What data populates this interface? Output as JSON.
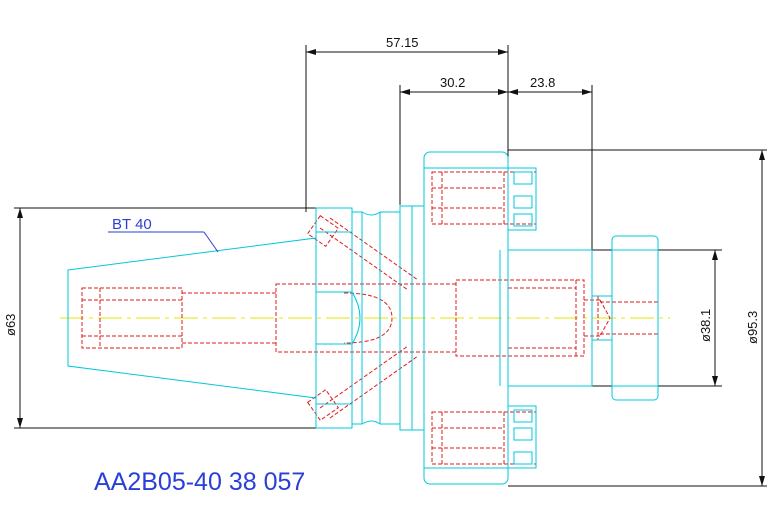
{
  "dimensions": {
    "d_57_15": "57.15",
    "d_30_2": "30.2",
    "d_23_8": "23.8",
    "d_63": "ø63",
    "d_38_1": "ø38.1",
    "d_95_3": "ø95.3"
  },
  "labels": {
    "taper": "BT 40",
    "part_number": "AA2B05-40 38 057"
  },
  "colors": {
    "outline": "#00c8dc",
    "hidden": "#e21b1b",
    "dimension": "#111111",
    "centerline": "#e6e600",
    "label": "#2a3fd6"
  }
}
